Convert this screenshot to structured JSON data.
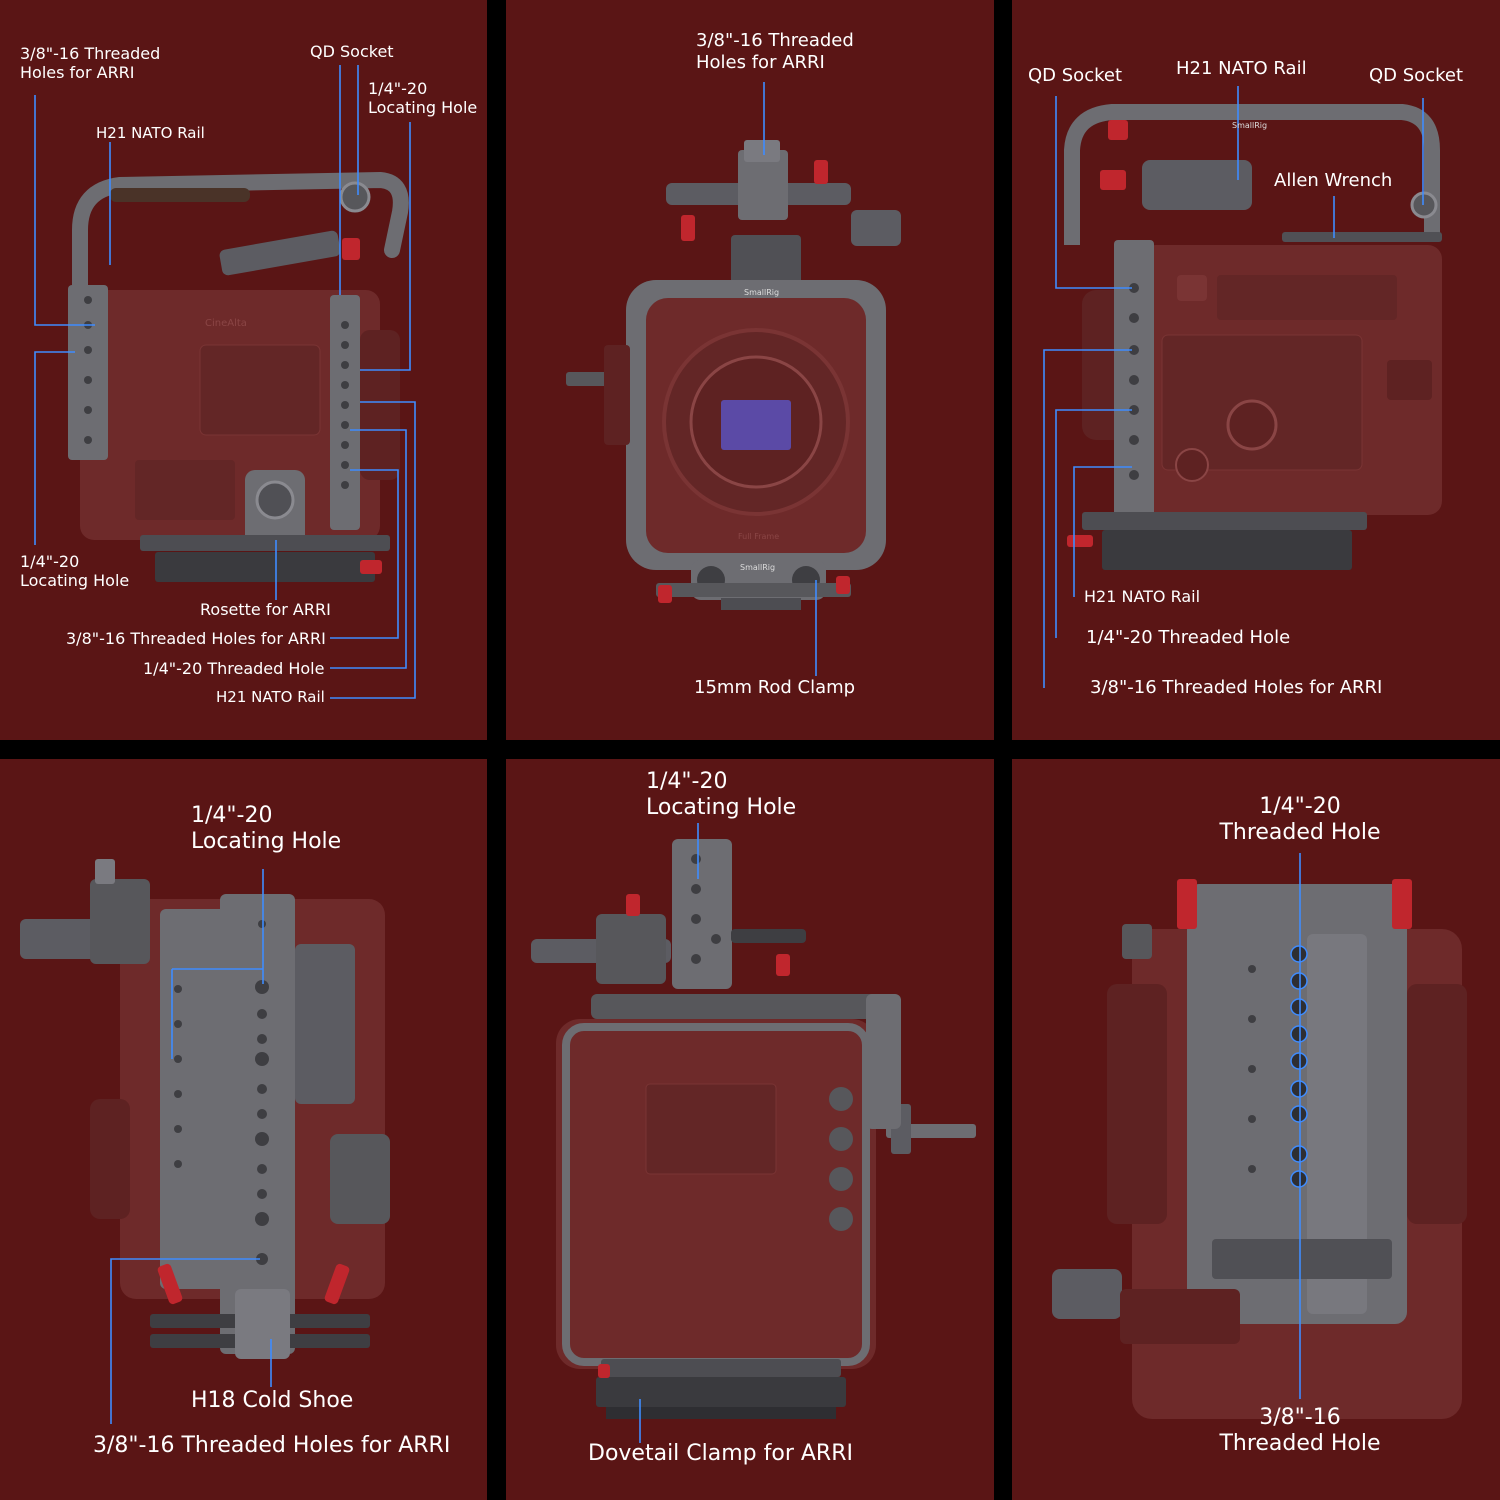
{
  "colors": {
    "panel_background": "#5a1515",
    "gutter": "#000000",
    "callout_line": "#3f8cff",
    "camera_body": "#6e2a2a",
    "cage_metal": "#6d6d72",
    "clamp_accent": "#c0262d",
    "wood_grip": "#4a3328",
    "sensor": "#5b4aa6"
  },
  "panels": [
    {
      "view": "left-side",
      "labels": {
        "threaded_arri": "3/8\"-16 Threaded\nHoles for ARRI",
        "qd_socket": "QD Socket",
        "locating_top": "1/4\"-20\nLocating Hole",
        "nato_rail": "H21 NATO Rail",
        "locating_left": "1/4\"-20\nLocating Hole",
        "rosette": "Rosette for ARRI",
        "threaded_arri_2": "3/8\"-16 Threaded Holes for ARRI",
        "threaded_hole": "1/4\"-20 Threaded Hole",
        "nato_rail_2": "H21 NATO Rail"
      },
      "product_text": {
        "body_brand": "CineAlta"
      }
    },
    {
      "view": "front",
      "labels": {
        "threaded_arri": "3/8\"-16 Threaded\nHoles for ARRI",
        "rod_clamp": "15mm Rod Clamp"
      },
      "product_text": {
        "cage_brand": "SmallRig",
        "cage_brand_2": "SmallRig",
        "sensor_note": "Full Frame"
      }
    },
    {
      "view": "right-side",
      "labels": {
        "qd_socket_left": "QD Socket",
        "nato_rail_top": "H21 NATO Rail",
        "qd_socket_right": "QD Socket",
        "allen_wrench": "Allen Wrench",
        "nato_rail_bottom": "H21 NATO Rail",
        "threaded_hole": "1/4\"-20 Threaded Hole",
        "threaded_arri": "3/8\"-16 Threaded Holes for ARRI"
      },
      "product_text": {
        "handle_brand": "SmallRig"
      }
    },
    {
      "view": "top",
      "labels": {
        "locating_hole": "1/4\"-20\nLocating Hole",
        "cold_shoe": "H18 Cold Shoe",
        "threaded_arri": "3/8\"-16 Threaded Holes for ARRI"
      },
      "product_text": {}
    },
    {
      "view": "rear",
      "labels": {
        "locating_hole": "1/4\"-20\nLocating Hole",
        "dovetail_clamp": "Dovetail Clamp for ARRI"
      },
      "product_text": {}
    },
    {
      "view": "bottom",
      "labels": {
        "threaded_hole_top": "1/4\"-20\nThreaded Hole",
        "threaded_hole_bottom": "3/8\"-16\nThreaded Hole"
      },
      "product_text": {}
    }
  ]
}
